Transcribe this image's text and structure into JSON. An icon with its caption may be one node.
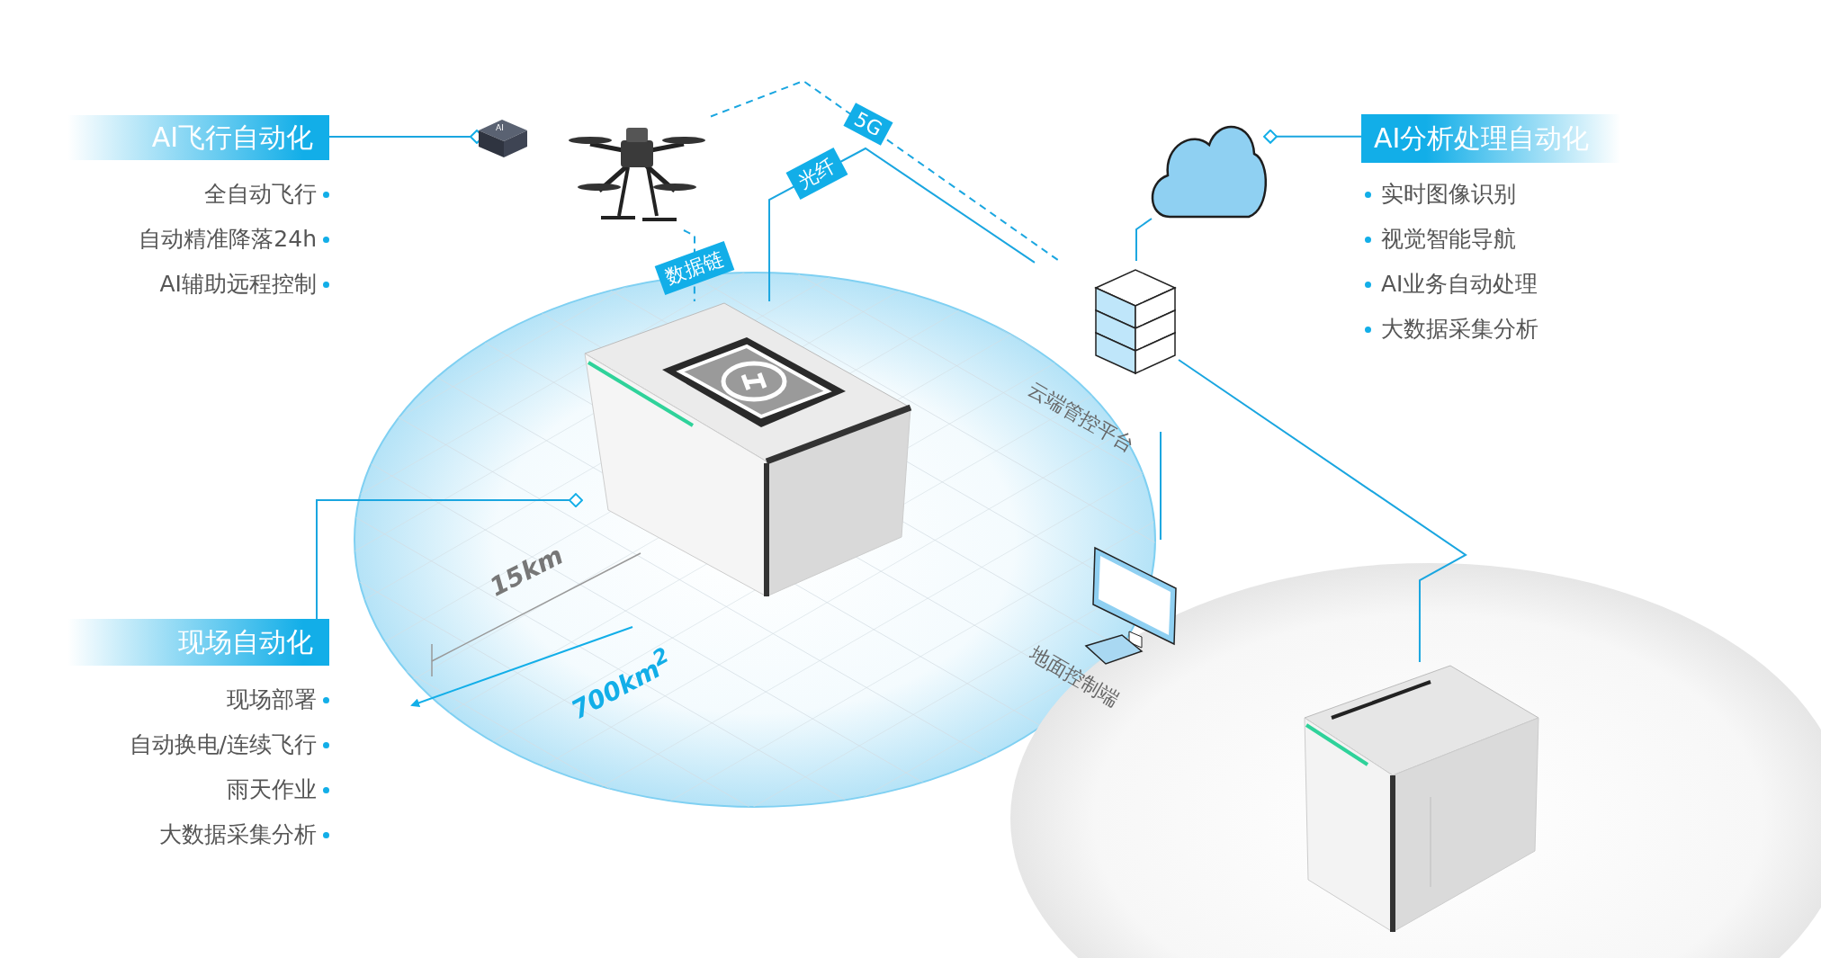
{
  "diagram": {
    "nodes": [
      {
        "text": [
          "AI飞行自动化"
        ],
        "beside": [
          "全自动飞行",
          "自动精准降落24h",
          "AI辅助远程控制"
        ]
      },
      {
        "text": [
          "AI"
        ]
      },
      {
        "text": [],
        "shape": "picture"
      },
      {
        "text": [],
        "shape": "cloud"
      },
      {
        "text": [
          "AI分析处理自动化"
        ],
        "beside": [
          "实时图像识别",
          "视觉智能导航",
          "AI业务自动处理",
          "大数据采集分析"
        ]
      },
      {
        "text": [
          "云端管控平台"
        ]
      },
      {
        "text": [],
        "shape": "picture"
      },
      {
        "text": [
          "地面控制端"
        ]
      },
      {
        "text": [
          "现场自动化"
        ],
        "beside": [
          "现场部署",
          "自动换电/连续飞行",
          "雨天作业",
          "大数据采集分析"
        ]
      },
      {
        "text": [],
        "shape": "picture"
      }
    ],
    "edges": [
      {
        "from": 0,
        "to": 1,
        "arrow": "other"
      },
      {
        "from": 4,
        "to": 3,
        "arrow": "other"
      },
      {
        "from": 2,
        "to": 5,
        "arrow": "none",
        "label": "5G",
        "style": "dashed"
      },
      {
        "from": 6,
        "to": 5,
        "arrow": "none",
        "label": "光纤"
      },
      {
        "from": 2,
        "to": 6,
        "arrow": "none",
        "label": "数据链",
        "style": "dashed"
      },
      {
        "from": 3,
        "to": 5,
        "arrow": "none"
      },
      {
        "from": 5,
        "to": 7,
        "arrow": "none"
      },
      {
        "from": 5,
        "to": 9,
        "arrow": "none"
      },
      {
        "from": 8,
        "to": 6,
        "arrow": "other"
      }
    ],
    "labels": [
      "15km",
      "700km$^{2}$"
    ]
  }
}
